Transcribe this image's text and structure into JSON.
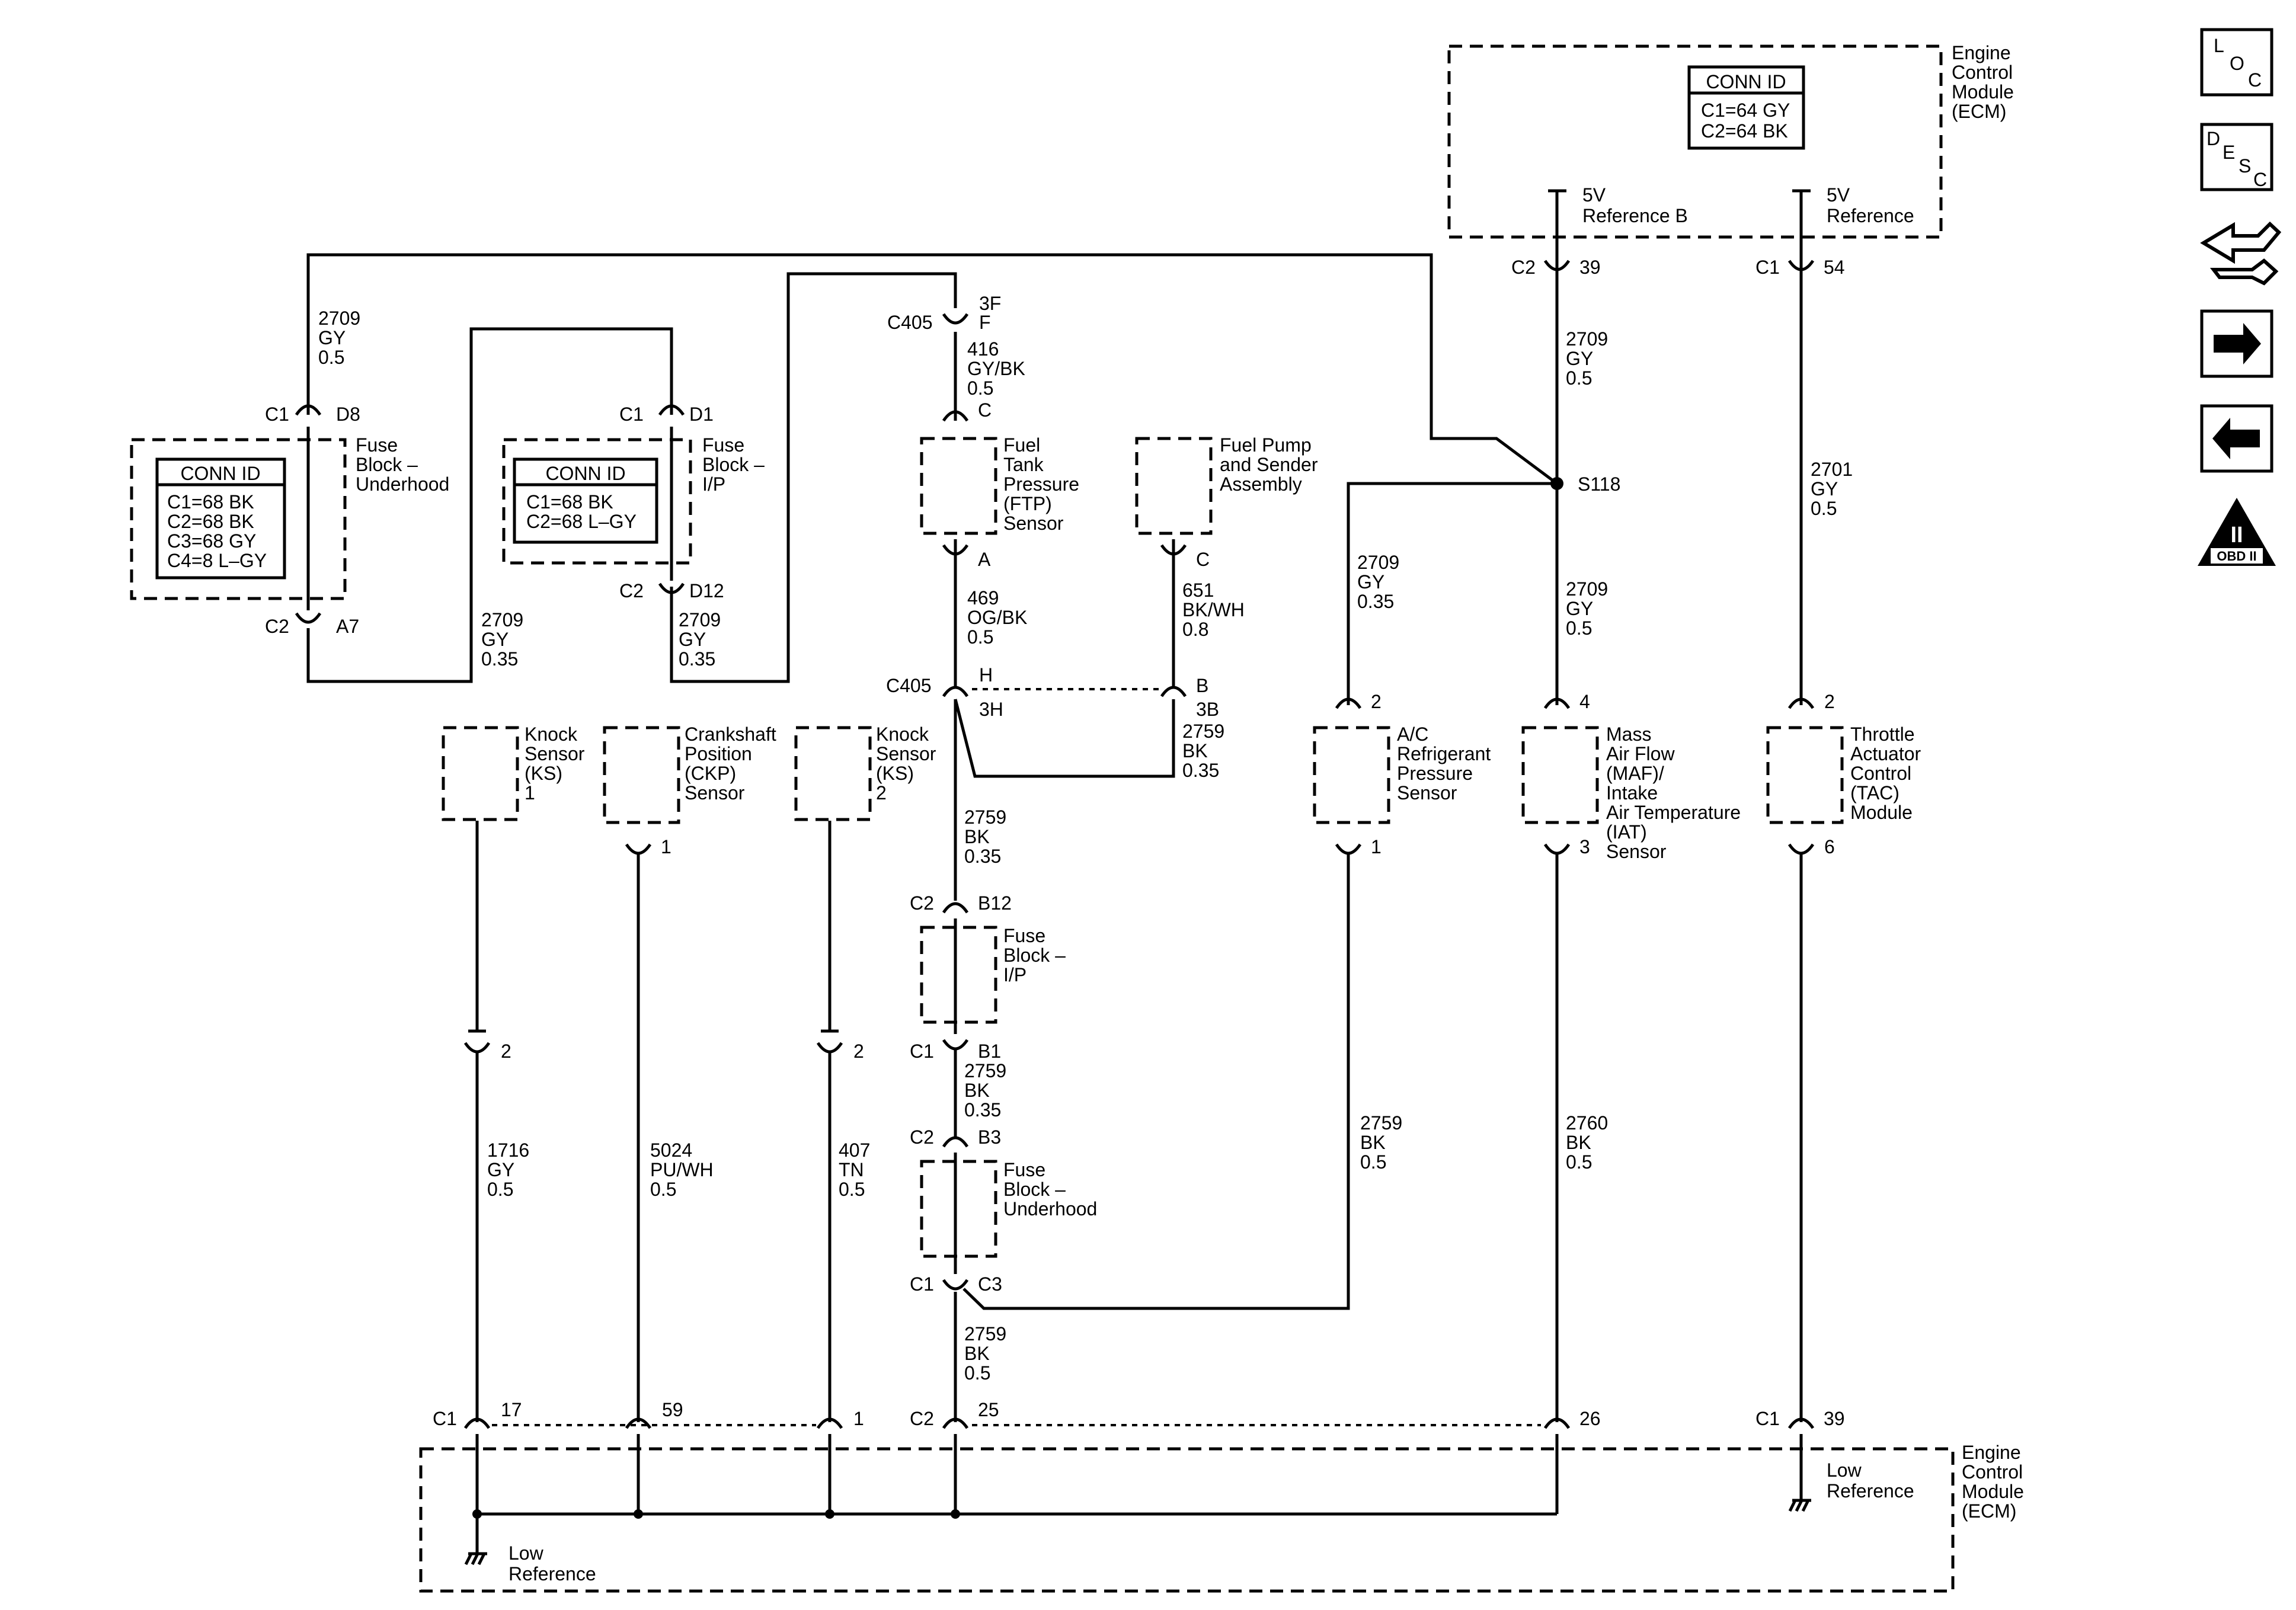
{
  "ecm_top": {
    "title_lines": [
      "Engine",
      "Control",
      "Module",
      "(ECM)"
    ],
    "conn_id_header": "CONN ID",
    "conn_id_rows": [
      "C1=64 GY",
      "C2=64 BK"
    ],
    "pin1_label_lines": [
      "5V",
      "Reference B"
    ],
    "pin2_label_lines": [
      "5V",
      "Reference"
    ],
    "pin1_conn": "C2",
    "pin1_num": "39",
    "pin2_conn": "C1",
    "pin2_num": "54"
  },
  "ecm_bottom": {
    "title_lines": [
      "Engine",
      "Control",
      "Module",
      "(ECM)"
    ],
    "low_ref_left_lines": [
      "Low",
      "Reference"
    ],
    "low_ref_right_lines": [
      "Low",
      "Reference"
    ],
    "pins": [
      {
        "conn": "C1",
        "num": "17"
      },
      {
        "num": "59"
      },
      {
        "num": "1"
      },
      {
        "conn": "C2",
        "num": "25"
      },
      {
        "num": "26"
      },
      {
        "conn": "C1",
        "num": "39"
      }
    ]
  },
  "fuse_underhood_top": {
    "label_lines": [
      "Fuse",
      "Block –",
      "Underhood"
    ],
    "conn_id_header": "CONN ID",
    "conn_id_rows": [
      "C1=68 BK",
      "C2=68 BK",
      "C3=68 GY",
      "C4=8 L–GY"
    ],
    "top_conn": "C1",
    "top_pin": "D8",
    "bottom_conn": "C2",
    "bottom_pin": "A7"
  },
  "fuse_ip_top": {
    "label_lines": [
      "Fuse",
      "Block –",
      "I/P"
    ],
    "conn_id_header": "CONN ID",
    "conn_id_rows": [
      "C1=68 BK",
      "C2=68 L–GY"
    ],
    "top_conn": "C1",
    "top_pin": "D1",
    "bottom_conn": "C2",
    "bottom_pin": "D12"
  },
  "wires": {
    "w_2709_a": [
      "2709",
      "GY",
      "0.5"
    ],
    "w_2709_b": [
      "2709",
      "GY",
      "0.35"
    ],
    "w_2709_c": [
      "2709",
      "GY",
      "0.35"
    ],
    "w_416": [
      "416",
      "GY/BK",
      "0.5"
    ],
    "w_469": [
      "469",
      "OG/BK",
      "0.5"
    ],
    "w_651": [
      "651",
      "BK/WH",
      "0.8"
    ],
    "w_2759_a": [
      "2759",
      "BK",
      "0.35"
    ],
    "w_2759_b": [
      "2759",
      "BK",
      "0.35"
    ],
    "w_2759_c": [
      "2759",
      "BK",
      "0.35"
    ],
    "w_2759_d": [
      "2759",
      "BK",
      "0.5"
    ],
    "w_2709_ecm": [
      "2709",
      "GY",
      "0.5"
    ],
    "w_2709_mid": [
      "2709",
      "GY",
      "0.5"
    ],
    "w_2709_ac": [
      "2709",
      "GY",
      "0.35"
    ],
    "w_2701": [
      "2701",
      "GY",
      "0.5"
    ],
    "w_2759_ac": [
      "2759",
      "BK",
      "0.5"
    ],
    "w_2760": [
      "2760",
      "BK",
      "0.5"
    ],
    "w_1716": [
      "1716",
      "GY",
      "0.5"
    ],
    "w_5024": [
      "5024",
      "PU/WH",
      "0.5"
    ],
    "w_407": [
      "407",
      "TN",
      "0.5"
    ]
  },
  "c405": {
    "name": "C405",
    "top_pins": [
      "3F",
      "F"
    ],
    "mid_pin": "H",
    "mid_pin_b": "3H",
    "right_pin": "B",
    "right_pin_b": "3B"
  },
  "ftp_sensor": {
    "label_lines": [
      "Fuel",
      "Tank",
      "Pressure",
      "(FTP)",
      "Sensor"
    ],
    "pin_top": "C",
    "pin_bottom": "A"
  },
  "fuel_pump": {
    "label_lines": [
      "Fuel Pump",
      "and Sender",
      "Assembly"
    ],
    "pin_bottom": "C"
  },
  "splice": {
    "name": "S118"
  },
  "ac_sensor": {
    "label_lines": [
      "A/C",
      "Refrigerant",
      "Pressure",
      "Sensor"
    ],
    "pin_top": "2",
    "pin_bottom": "1"
  },
  "maf_sensor": {
    "label_lines": [
      "Mass",
      "Air Flow",
      "(MAF)/",
      "Intake",
      "Air Temperature",
      "(IAT)",
      "Sensor"
    ],
    "pin_top": "4",
    "pin_bottom": "3"
  },
  "tac_module": {
    "label_lines": [
      "Throttle",
      "Actuator",
      "Control",
      "(TAC)",
      "Module"
    ],
    "pin_top": "2",
    "pin_bottom": "6"
  },
  "knock1": {
    "label_lines": [
      "Knock",
      "Sensor",
      "(KS)",
      "1"
    ],
    "pin_mid": "2"
  },
  "ckp_sensor": {
    "label_lines": [
      "Crankshaft",
      "Position",
      "(CKP)",
      "Sensor"
    ],
    "pin_bottom": "1"
  },
  "knock2": {
    "label_lines": [
      "Knock",
      "Sensor",
      "(KS)",
      "2"
    ],
    "pin_mid": "2"
  },
  "fuse_ip_mid": {
    "label_lines": [
      "Fuse",
      "Block –",
      "I/P"
    ],
    "top_conn": "C2",
    "top_pin": "B12",
    "bottom_conn": "C1",
    "bottom_pin": "B1"
  },
  "fuse_underhood_mid": {
    "label_lines": [
      "Fuse",
      "Block –",
      "Underhood"
    ],
    "top_conn": "C2",
    "top_pin": "B3",
    "bottom_conn": "C1",
    "bottom_pin": "C3"
  },
  "side_icons": {
    "loc": [
      "L",
      "O",
      "C"
    ],
    "desc": [
      "D",
      "E",
      "S",
      "C"
    ],
    "obd": [
      "II",
      "OBD II"
    ]
  }
}
